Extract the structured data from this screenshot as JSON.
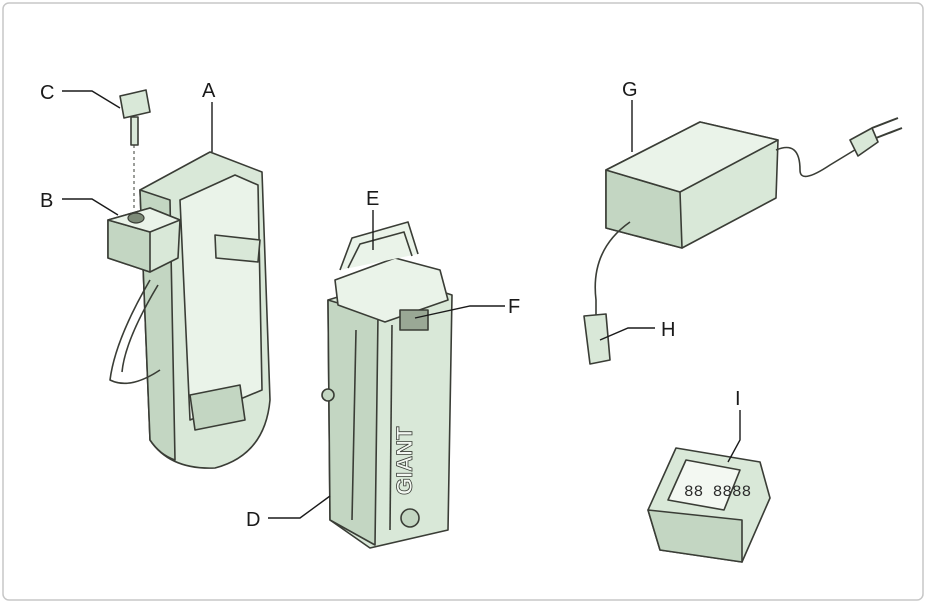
{
  "labels": {
    "a": "A",
    "b": "B",
    "c": "C",
    "d": "D",
    "e": "E",
    "f": "F",
    "g": "G",
    "h": "H",
    "i": "I"
  },
  "battery_brand": "GIANT",
  "colors": {
    "part_fill": "#d9e8d8",
    "part_shade": "#c3d6c2",
    "outline": "#3a3d36",
    "frame_border": "#c7c7c7"
  }
}
